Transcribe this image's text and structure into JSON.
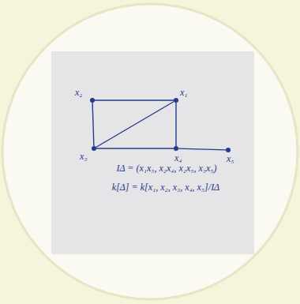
{
  "diagram": {
    "nodes": [
      {
        "text": [
          "x₂"
        ]
      },
      {
        "text": [
          "x₁"
        ]
      },
      {
        "text": [
          "x₃"
        ]
      },
      {
        "text": [
          "x₄"
        ]
      },
      {
        "text": [
          "x₅"
        ]
      }
    ],
    "edges": [
      {
        "from": 0,
        "to": 1,
        "arrow": "none"
      },
      {
        "from": 0,
        "to": 2,
        "arrow": "none"
      },
      {
        "from": 2,
        "to": 1,
        "arrow": "none"
      },
      {
        "from": 1,
        "to": 3,
        "arrow": "none"
      },
      {
        "from": 2,
        "to": 3,
        "arrow": "none"
      },
      {
        "from": 3,
        "to": 4,
        "arrow": "none"
      }
    ],
    "labels": [
      "IΔ = (x₁x₅, x₂x₄, x₂x₅, x₃x₅)",
      "k[Δ] = k[x₁, x₂, x₃, x₄, x₅]/IΔ"
    ]
  }
}
